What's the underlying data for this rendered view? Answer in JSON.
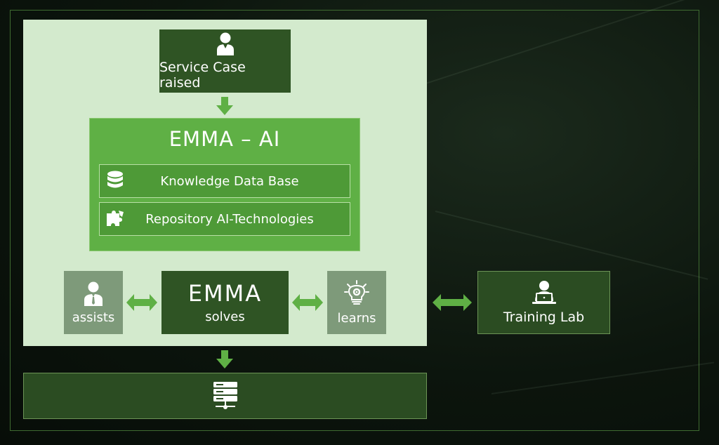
{
  "diagram": {
    "case": {
      "label": "Service Case raised",
      "icon": "person-icon"
    },
    "emma_ai": {
      "title": "EMMA – AI",
      "knowledge": {
        "label": "Knowledge Data Base",
        "icon": "database-icon"
      },
      "repository": {
        "label": "Repository AI-Technologies",
        "icon": "puzzle-icon"
      }
    },
    "assists": {
      "label": "assists",
      "icon": "agent-icon"
    },
    "solves": {
      "title": "EMMA",
      "label": "solves"
    },
    "learns": {
      "label": "learns",
      "icon": "lightbulb-gear-icon"
    },
    "training": {
      "label": "Training Lab",
      "icon": "laptop-user-icon"
    },
    "bottom": {
      "icon": "server-icon"
    }
  },
  "colors": {
    "panel": "#d3eacd",
    "dark_box": "#2f5424",
    "emma_ai_box": "#5fb045",
    "sub_box": "#4e9a37",
    "gray_box": "#7e9a7a",
    "arrow": "#5fb045"
  }
}
